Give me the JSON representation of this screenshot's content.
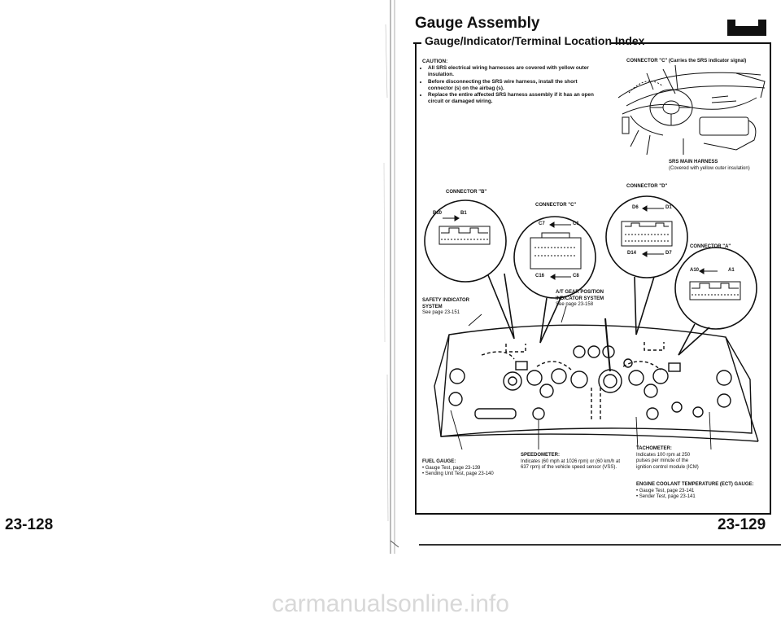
{
  "header": {
    "title": "Gauge Assembly",
    "subtitle": "Gauge/Indicator/Terminal Location Index"
  },
  "caution": {
    "heading": "CAUTION:",
    "items": [
      "All SRS electrical wiring harnesses are covered with yellow outer insulation.",
      "Before disconnecting the SRS wire harness, install the short connector (s) on the airbag (s).",
      "Replace the entire affected SRS harness assembly if it has an open circuit or damaged wiring."
    ]
  },
  "labels": {
    "connector_c_top": "CONNECTOR \"C\" (Carries the SRS indicator signal)",
    "srs_harness_1": "SRS MAIN HARNESS",
    "srs_harness_2": "(Covered with yellow outer insulation)",
    "connector_d": "CONNECTOR \"D\"",
    "connector_b": "CONNECTOR \"B\"",
    "connector_c": "CONNECTOR \"C\"",
    "connector_a": "CONNECTOR \"A\"",
    "safety_1": "SAFETY INDICATOR",
    "safety_2": "SYSTEM",
    "safety_3": "See page 23-151",
    "at_1": "A/T GEAR POSITION",
    "at_2": "INDICATOR SYSTEM",
    "at_3": "See page 23-158",
    "fuel_title": "FUEL GAUGE:",
    "fuel_1": "• Gauge Test, page 23-139",
    "fuel_2": "• Sending Unit Test, page 23-140",
    "speedo_title": "SPEEDOMETER:",
    "speedo_body": "Indicates (60 mph at 1026 rpm) or (60 km/h at 637 rpm) of the vehicle speed sensor (VSS).",
    "tach_title": "TACHOMETER:",
    "tach_body": "Indicates 100 rpm at 250 pulses per minute of the ignition control module (ICM)",
    "ect_title": "ENGINE COOLANT TEMPERATURE (ECT) GAUGE:",
    "ect_1": "• Gauge Test, page 23-141",
    "ect_2": "• Sender Test, page 23-141"
  },
  "pins": {
    "b_left": "B10",
    "b_right": "B1",
    "c_top_left": "C7",
    "c_top_right": "C1",
    "c_bot_left": "C16",
    "c_bot_right": "C8",
    "d_top_left": "D6",
    "d_top_right": "D1",
    "d_bot_left": "D14",
    "d_bot_right": "D7",
    "a_left": "A10",
    "a_right": "A1"
  },
  "pages": {
    "left": "23-128",
    "right": "23-129"
  },
  "watermark": "carmanualsonline.info"
}
